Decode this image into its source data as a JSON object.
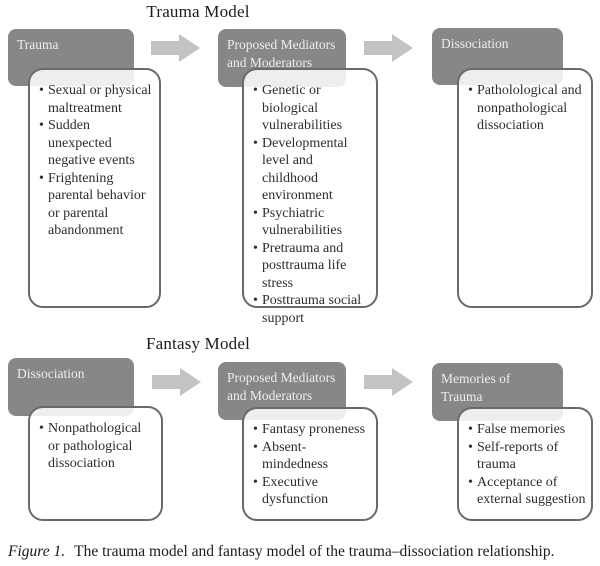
{
  "figure": {
    "models": [
      {
        "title": "Trauma Model",
        "boxes": [
          {
            "header": "Trauma",
            "items": [
              "Sexual or physical maltreatment",
              "Sudden unexpected negative events",
              "Frightening parental behavior or parental abandonment"
            ]
          },
          {
            "header": "Proposed Mediators and Moderators",
            "items": [
              "Genetic or biological vulnerabilities",
              "Developmental level and childhood environment",
              "Psychiatric vulnerabilities",
              "Pretrauma and posttrauma life stress",
              "Posttrauma social support"
            ]
          },
          {
            "header": "Dissociation",
            "items": [
              "Patholological and nonpathological dissociation"
            ]
          }
        ]
      },
      {
        "title": "Fantasy Model",
        "boxes": [
          {
            "header": "Dissociation",
            "items": [
              "Nonpathological or pathological dissociation"
            ]
          },
          {
            "header": "Proposed Mediators and Moderators",
            "items": [
              "Fantasy proneness",
              "Absent-mindedness",
              "Executive dysfunction"
            ]
          },
          {
            "header": "Memories of Trauma",
            "items": [
              "False memories",
              "Self-reports of trauma",
              "Acceptance of external suggestion"
            ]
          }
        ]
      }
    ],
    "caption": {
      "label": "Figure 1.",
      "text": "The trauma model and fantasy model of the trauma–dissociation relationship."
    },
    "colors": {
      "tab_fill": "#878787",
      "tab_text": "#eeeeee",
      "arrow_fill": "#c3c3c3",
      "panel_border": "#6a6a6a",
      "body_text": "#2d2d2d"
    }
  }
}
